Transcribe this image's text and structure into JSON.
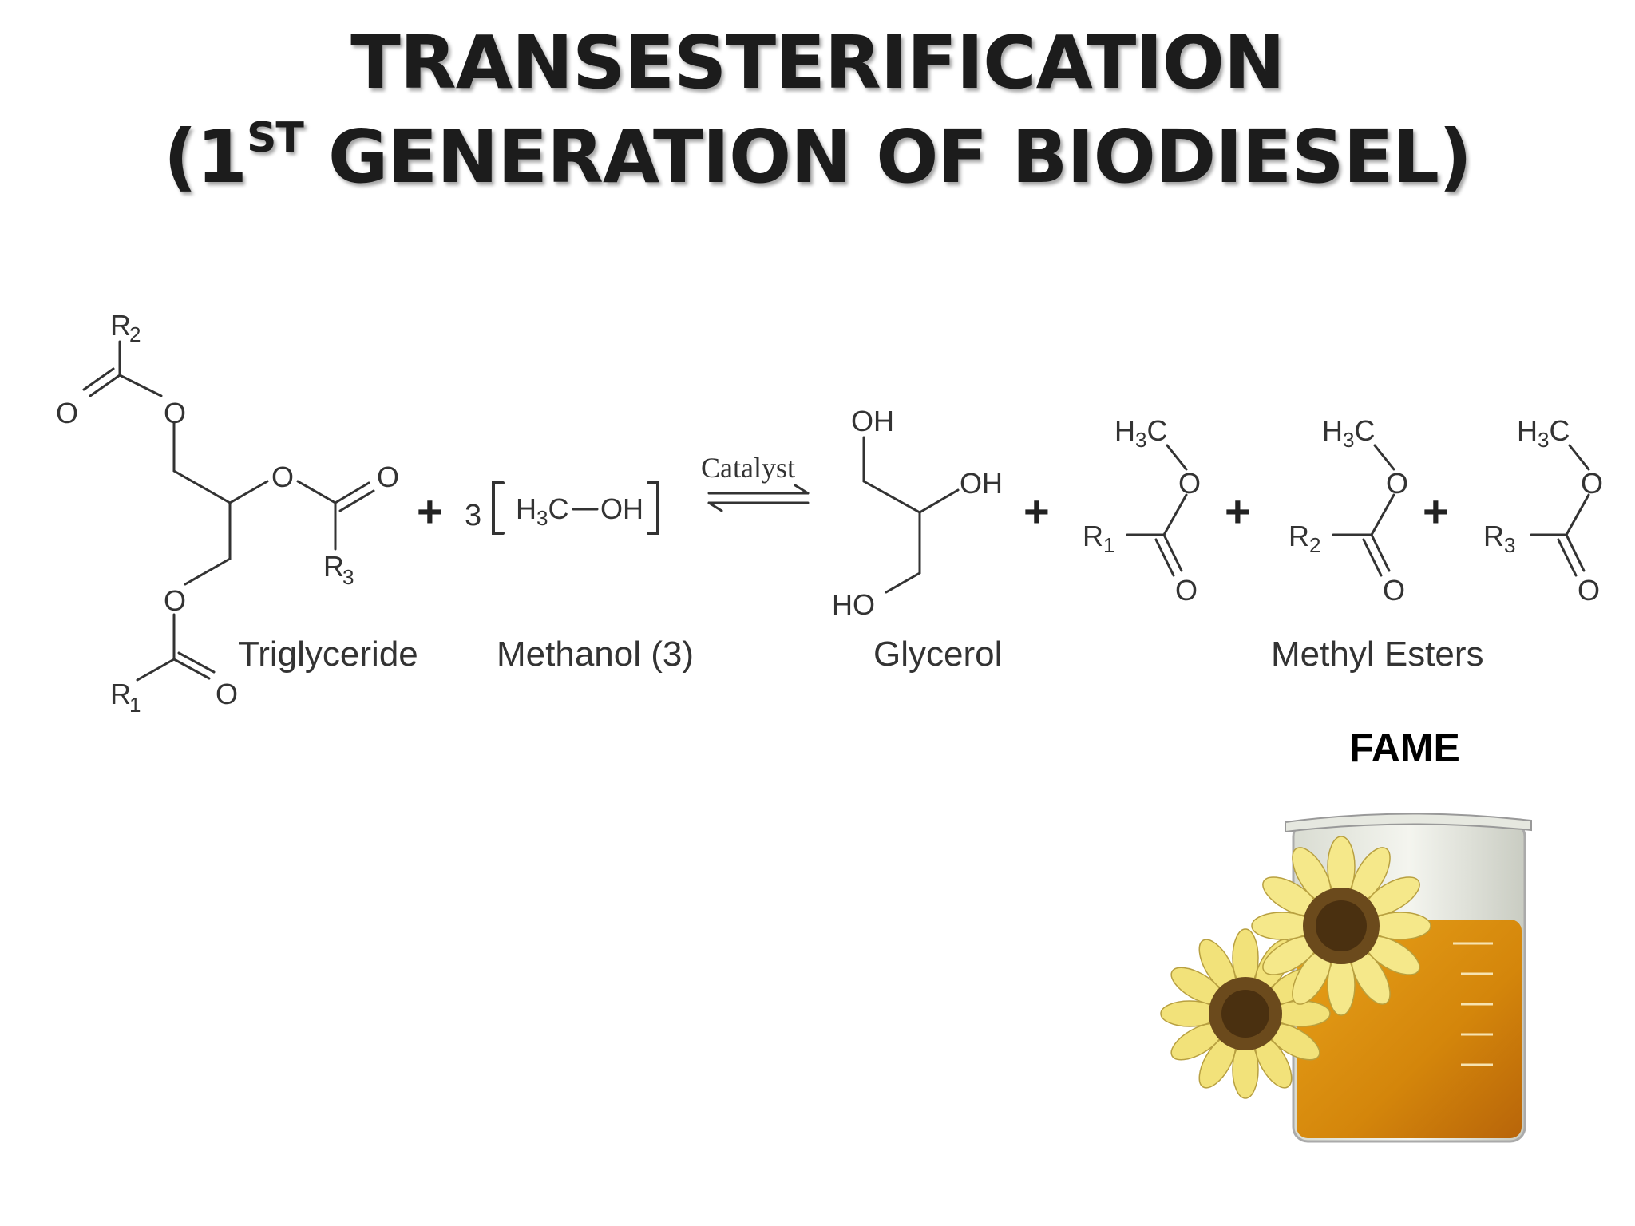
{
  "title": {
    "line1": "TRANSESTERIFICATION",
    "line2_prefix": "(1",
    "line2_sup": "ST",
    "line2_suffix": " GENERATION OF BIODIESEL)"
  },
  "reaction": {
    "triglyceride_label": "Triglyceride",
    "methanol_label": "Methanol (3)",
    "methanol_coefficient": "3",
    "methanol_formula": "H3C—OH",
    "catalyst_label": "Catalyst",
    "glycerol_label": "Glycerol",
    "methyl_esters_label": "Methyl Esters",
    "plus_sign": "+"
  },
  "product_note": "FAME",
  "colors": {
    "title_text": "#1c1c1c",
    "structure_lines": "#333333",
    "oil": "#d4860b",
    "petal": "#f2e27a",
    "flower_center": "#6b4a1c"
  }
}
